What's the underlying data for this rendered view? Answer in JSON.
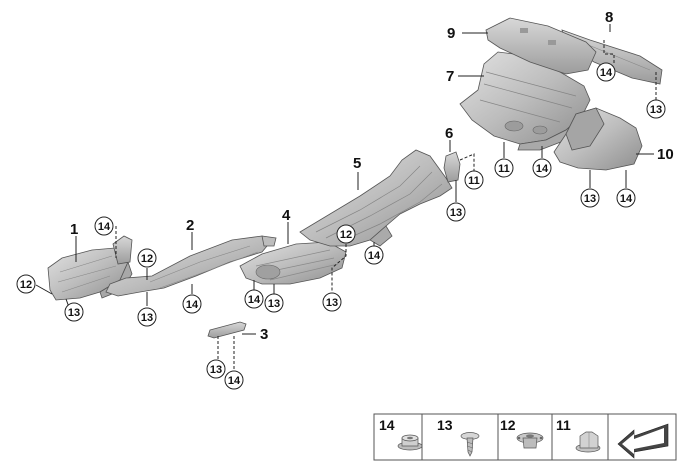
{
  "callouts_plain": [
    {
      "key": "c1",
      "label": "1"
    },
    {
      "key": "c2",
      "label": "2"
    },
    {
      "key": "c3",
      "label": "3"
    },
    {
      "key": "c4",
      "label": "4"
    },
    {
      "key": "c5",
      "label": "5"
    },
    {
      "key": "c6",
      "label": "6"
    },
    {
      "key": "c7",
      "label": "7"
    },
    {
      "key": "c8",
      "label": "8"
    },
    {
      "key": "c9",
      "label": "9"
    },
    {
      "key": "c10",
      "label": "10"
    }
  ],
  "callouts_circled": {
    "n11": "11",
    "n12": "12",
    "n13": "13",
    "n14": "14"
  },
  "legend": {
    "items": [
      "14",
      "13",
      "12",
      "11"
    ]
  },
  "colors": {
    "part_fill": "#c9c9c9",
    "part_shade": "#9a9a9a",
    "line": "#222222"
  }
}
